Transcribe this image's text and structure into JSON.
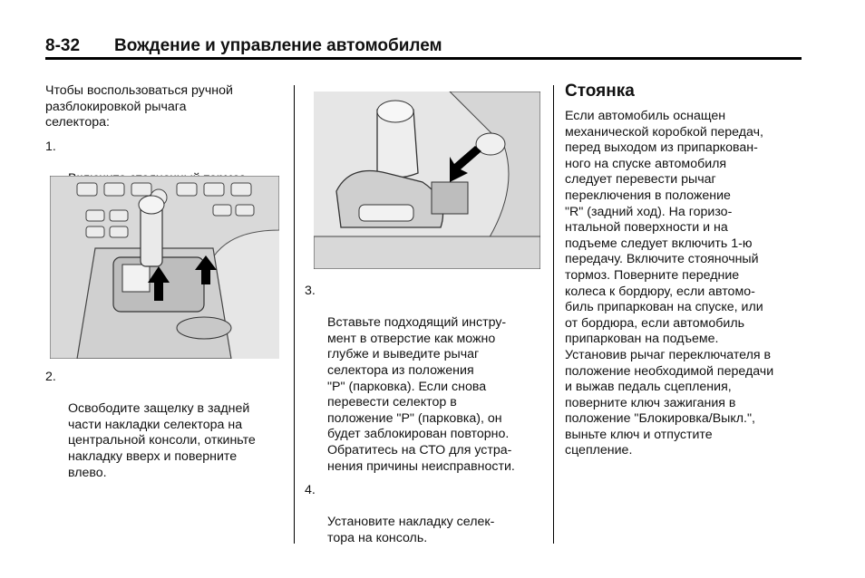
{
  "header": {
    "page_number": "8-32",
    "title": "Вождение и управление автомобилем"
  },
  "column1": {
    "intro": "Чтобы воспользоваться ручной\nразблокировкой рычага\nселектора:",
    "steps": [
      {
        "num": "1.",
        "text": "Включите стояночный тормоз."
      },
      {
        "num": "2.",
        "text": "Освободите защелку в задней\nчасти накладки селектора на\nцентральной консоли, откиньте\nнакладку вверх и поверните\nвлево."
      }
    ]
  },
  "column2": {
    "steps": [
      {
        "num": "3.",
        "text": "Вставьте подходящий инстру-\nмент в отверстие как можно\nглубже и выведите рычаг\nселектора из положения\n\"P\" (парковка). Если снова\nперевести селектор в\nположение \"P\" (парковка), он\nбудет заблокирован повторно.\nОбратитесь на СТО для устра-\nнения причины неисправности."
      },
      {
        "num": "4.",
        "text": "Установите накладку селек-\nтора на консоль."
      }
    ]
  },
  "column3": {
    "heading": "Стоянка",
    "body": "Если автомобиль оснащен\nмеханической коробкой передач,\nперед выходом из припаркован-\nного на спуске автомобиля\nследует перевести рычаг\nпереключения в положение\n\"R\" (задний ход). На горизо-\nнтальной поверхности и на\nподъеме следует включить 1-ю\nпередачу. Включите стояночный\nтормоз. Поверните передние\nколеса к бордюру, если автомо-\nбиль припаркован на спуске, или\nот бордюра, если автомобиль\nприпаркован на подъеме.\nУстановив рычаг переключателя в\nположение необходимой передачи\nи выжав педаль сцепления,\nповерните ключ зажигания в\nположение \"Блокировка/Выкл.\",\nвыньте ключ и отпустите\nсцепление."
  },
  "colors": {
    "rule": "#000000",
    "figure_bg": "#e6e6e6",
    "arrow": "#000000"
  },
  "figures": [
    {
      "icon": "console-shifter-illustration"
    },
    {
      "icon": "shifter-release-closeup-illustration"
    }
  ]
}
